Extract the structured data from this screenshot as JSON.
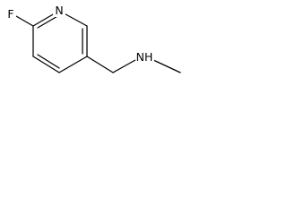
{
  "molecule": {
    "atoms": {
      "fluorine": "F",
      "ring_nitrogen": "N",
      "amine": "NH"
    }
  },
  "colors": {
    "bond": "#000000",
    "label": "#000000",
    "background": "#ffffff"
  }
}
